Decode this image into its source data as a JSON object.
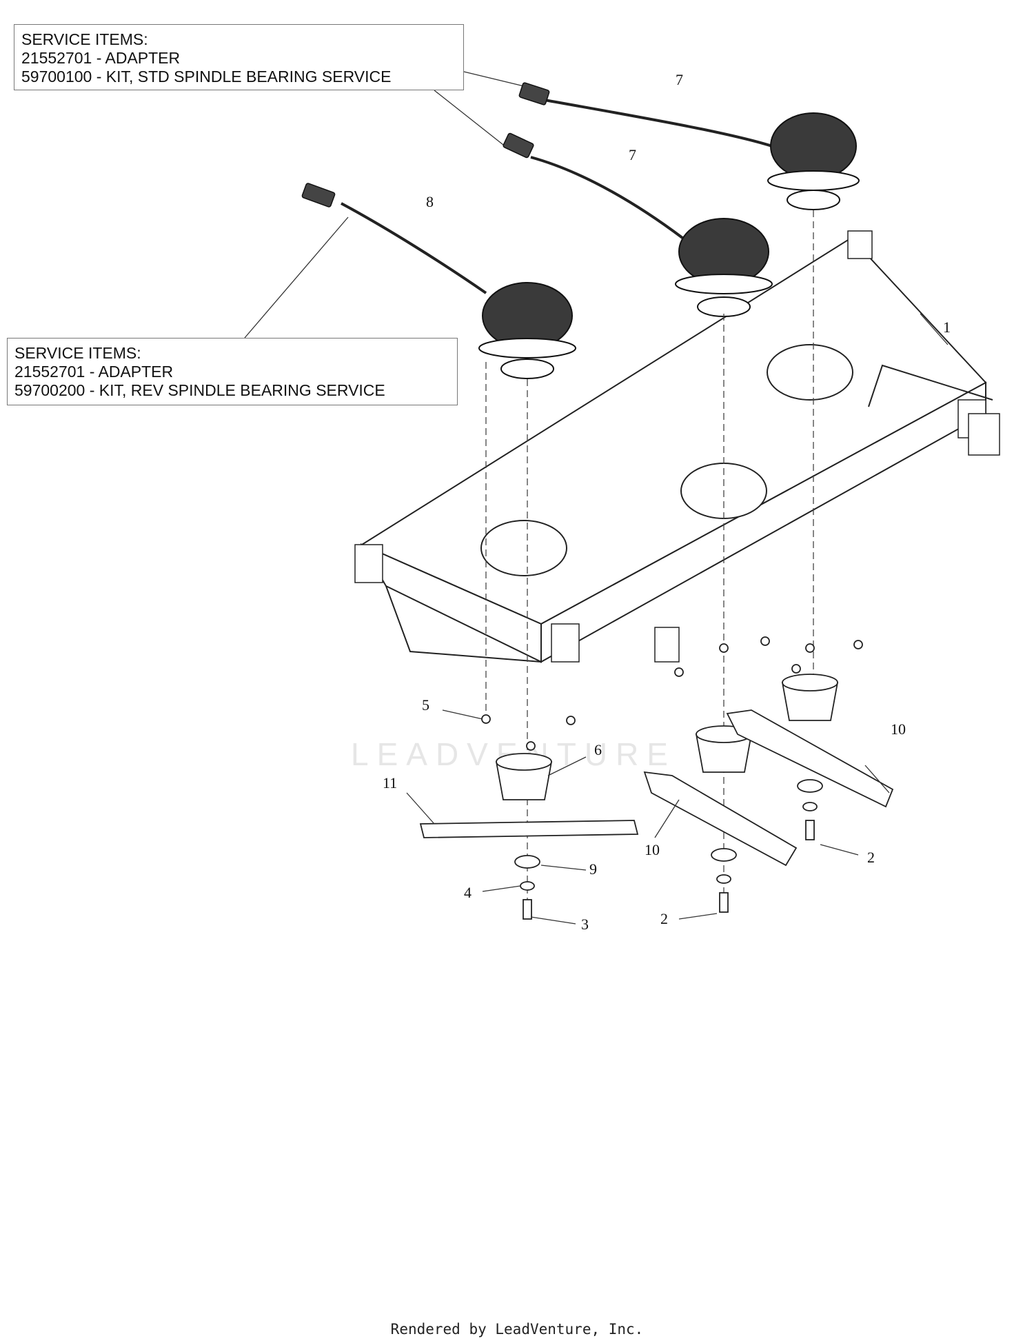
{
  "service_box_std": {
    "lines": [
      "SERVICE ITEMS:",
      "21552701 - ADAPTER",
      "59700100 - KIT, STD SPINDLE BEARING SERVICE"
    ]
  },
  "service_box_rev": {
    "lines": [
      "SERVICE ITEMS:",
      "21552701 - ADAPTER",
      "59700200 - KIT, REV SPINDLE BEARING SERVICE"
    ]
  },
  "callouts": [
    "1",
    "2",
    "2",
    "3",
    "4",
    "5",
    "6",
    "7",
    "7",
    "8",
    "9",
    "10",
    "10",
    "11"
  ],
  "watermark": "LEADVENTURE",
  "footer": "Rendered by LeadVenture, Inc."
}
